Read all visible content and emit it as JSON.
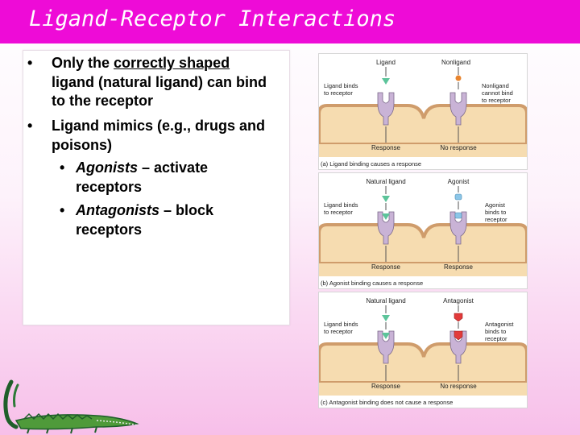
{
  "slide": {
    "title": "Ligand-Receptor Interactions"
  },
  "bullets": {
    "b1_pre": "Only the ",
    "b1_underlined": "correctly shaped",
    "b1_post": " ligand (natural ligand) can bind to the receptor",
    "b2": "Ligand mimics (e.g., drugs and poisons)",
    "b3_term": "Agonists",
    "b3_rest": " – activate receptors",
    "b4_term": "Antagonists",
    "b4_rest": " – block receptors",
    "marker": "•"
  },
  "figure": {
    "panel_a": {
      "left_label": "Ligand",
      "right_label": "Nonligand",
      "left_note_1": "Ligand binds",
      "left_note_2": "to receptor",
      "right_note_1": "Nonligand",
      "right_note_2": "cannot bind",
      "right_note_3": "to receptor",
      "left_result": "Response",
      "right_result": "No response",
      "caption": "(a)  Ligand binding causes a response"
    },
    "panel_b": {
      "left_label": "Natural ligand",
      "right_label": "Agonist",
      "left_note_1": "Ligand binds",
      "left_note_2": "to receptor",
      "right_note_1": "Agonist",
      "right_note_2": "binds to",
      "right_note_3": "receptor",
      "left_result": "Response",
      "right_result": "Response",
      "caption": "(b)  Agonist binding causes a response"
    },
    "panel_c": {
      "left_label": "Natural ligand",
      "right_label": "Antagonist",
      "left_note_1": "Ligand binds",
      "left_note_2": "to receptor",
      "right_note_1": "Antagonist",
      "right_note_2": "binds to",
      "right_note_3": "receptor",
      "left_result": "Response",
      "right_result": "No response",
      "caption": "(c)  Antagonist binding does not cause a response"
    },
    "colors": {
      "cell": "#f6dcb0",
      "membrane": "#cf9c6b",
      "receptor": "#c9b3d6",
      "ligand": "#5cc49a",
      "nonligand": "#e8842e",
      "agonist": "#8cc6e8",
      "antagonist": "#e23a3a"
    }
  },
  "mascot": {
    "icon": "crocodile-icon"
  }
}
